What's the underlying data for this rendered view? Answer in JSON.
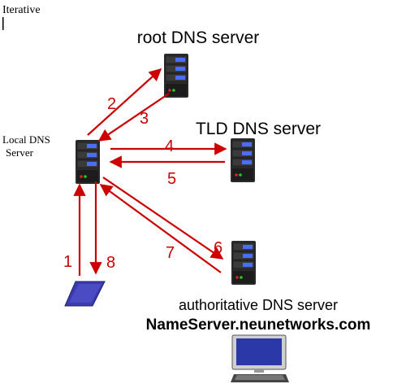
{
  "corner_label": "Iterative",
  "labels": {
    "local_dns": "Local DNS",
    "local_dns_line2": "Server",
    "root": "root DNS server",
    "tld": "TLD DNS server",
    "authoritative": "authoritative DNS server",
    "nameserver": "NameServer.neunetworks.com"
  },
  "steps": [
    "1",
    "2",
    "3",
    "4",
    "5",
    "6",
    "7",
    "8"
  ],
  "colors": {
    "arrow": "#cc0000",
    "server_body": "#2b2b2b",
    "server_led_blue": "#4a6cff",
    "laptop_screen": "#3b3bb0",
    "text": "#000000"
  },
  "icons": [
    "server-icon",
    "laptop-icon",
    "desktop-computer-icon",
    "text-cursor-icon"
  ]
}
